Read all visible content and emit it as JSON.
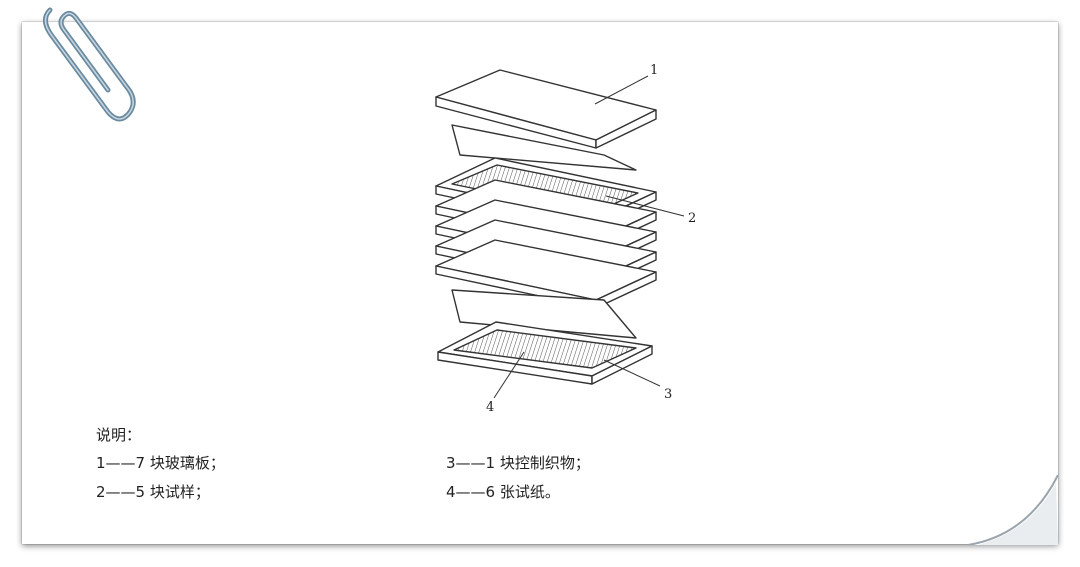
{
  "labels": {
    "l1": "1",
    "l2": "2",
    "l3": "3",
    "l4": "4"
  },
  "legend": {
    "title": "说明：",
    "items": [
      "1——7 块玻璃板；",
      "2——5 块试样；",
      "3——1 块控制织物；",
      "4——6 张试纸。"
    ]
  },
  "colors": {
    "line": "#333333",
    "hatch": "#555555",
    "shadow": "#9aa4ad",
    "paperclip": "#6a8aa0"
  },
  "icons": {
    "paperclip": "paperclip-icon"
  }
}
